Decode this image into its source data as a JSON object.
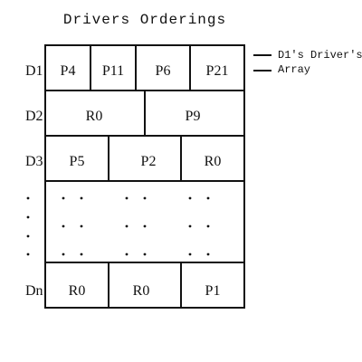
{
  "title": "Drivers Orderings",
  "callout": {
    "line1": "D1's Driver's",
    "line2": "Array"
  },
  "rows": [
    {
      "label": "D1",
      "cells": [
        "P4",
        "P11",
        "P6",
        "P21"
      ]
    },
    {
      "label": "D2",
      "cells": [
        "R0",
        "P9"
      ]
    },
    {
      "label": "D3",
      "cells": [
        "P5",
        "P2",
        "R0"
      ]
    },
    {
      "label": "Dn",
      "cells": [
        "R0",
        "R0",
        "P1"
      ]
    }
  ]
}
